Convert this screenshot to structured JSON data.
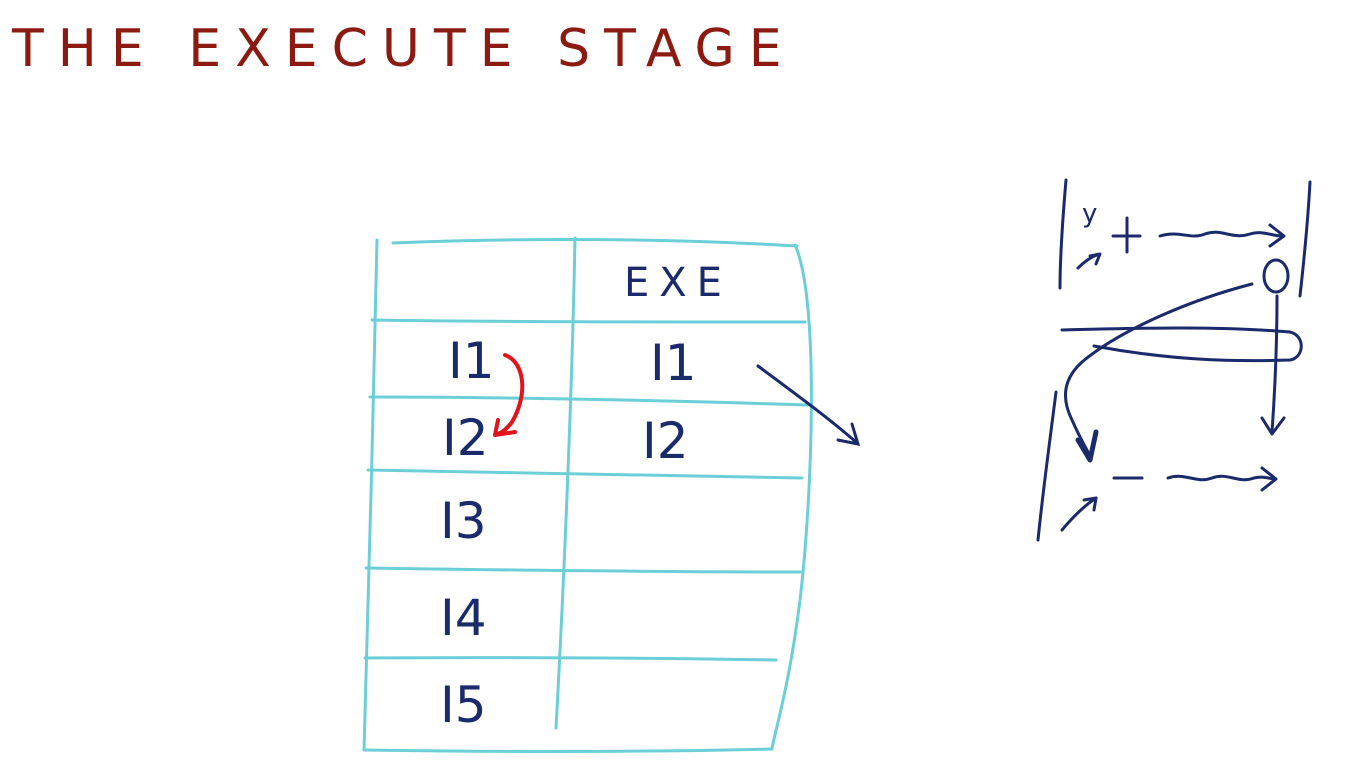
{
  "title": "THE EXECUTE STAGE",
  "colors": {
    "title": "#8b1a10",
    "grid": "#6ccfd8",
    "ink": "#1b2a6b",
    "dependency": "#e0141a"
  },
  "table": {
    "header": [
      "",
      "EXE"
    ],
    "rows": [
      [
        "I1",
        "I1"
      ],
      [
        "I2",
        "I2"
      ],
      [
        "I3",
        ""
      ],
      [
        "I4",
        ""
      ],
      [
        "I5",
        ""
      ]
    ]
  },
  "dependency_arrow": {
    "from": "I1",
    "to": "I2"
  },
  "alu_sketch": {
    "input_top": "y",
    "op_top": "+",
    "output_top": "0"
  }
}
